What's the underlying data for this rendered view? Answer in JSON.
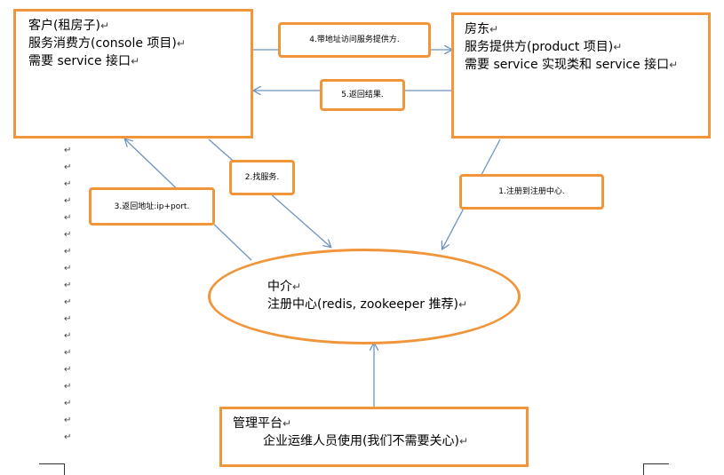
{
  "nodes": {
    "client": {
      "title": "客户(租房子)",
      "line2": "服务消费方(console 项目)",
      "line3": "需要 service 接口"
    },
    "landlord": {
      "title": "房东",
      "line2": "服务提供方(product 项目)",
      "line3": "需要 service 实现类和 service 接口"
    },
    "registry": {
      "title": "中介",
      "line2": "注册中心(redis, zookeeper 推荐)"
    },
    "admin": {
      "title": "管理平台",
      "line2": "企业运维人员使用(我们不需要关心)"
    }
  },
  "steps": {
    "step1": "1.注册到注册中心",
    "step2": "2.找服务",
    "step3": "3.返回地址:ip+port",
    "step4": "4.带地址访问服务提供方",
    "step5": "5.返回结果"
  },
  "paragraph_mark": "↵",
  "colors": {
    "box_border": "#f0953a",
    "arrow": "#6f93c0"
  }
}
